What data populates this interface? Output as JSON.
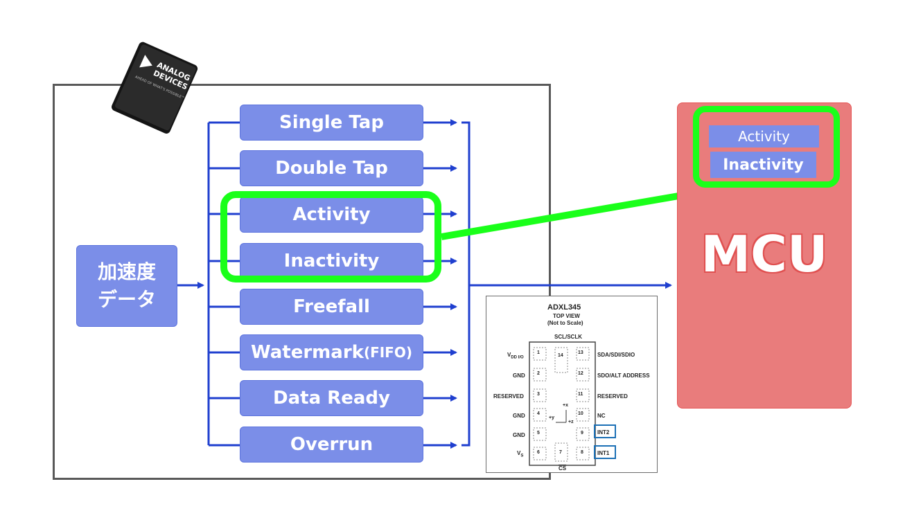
{
  "chip": {
    "brand_line1": "ANALOG",
    "brand_line2": "DEVICES",
    "tagline": "AHEAD OF WHAT'S POSSIBLE™"
  },
  "input_block": {
    "line1": "加速度",
    "line2": "データ"
  },
  "interrupts": [
    "Single Tap",
    "Double Tap",
    "Activity",
    "Inactivity",
    "Freefall",
    "Watermark",
    "(FIFO)",
    "Data Ready",
    "Overrun"
  ],
  "mcu": {
    "label": "MCU",
    "activity": "Activity",
    "inactivity": "Inactivity"
  },
  "pinout": {
    "title": "ADXL345",
    "subtitle1": "TOP VIEW",
    "subtitle2": "(Not to Scale)",
    "top_label": "SCL/SCLK",
    "bottom_label": "CS",
    "left_labels": [
      "V",
      "GND",
      "RESERVED",
      "GND",
      "GND",
      "V"
    ],
    "left_subscripts": [
      "DD I/O",
      "S"
    ],
    "right_labels": [
      "SDA/SDI/SDIO",
      "SDO/ALT ADDRESS",
      "RESERVED",
      "NC",
      "INT2",
      "INT1"
    ],
    "pin_numbers_left": [
      "1",
      "2",
      "3",
      "4",
      "5",
      "6"
    ],
    "pin_numbers_right": [
      "13",
      "12",
      "11",
      "10",
      "9",
      "8"
    ],
    "pin_top": "14",
    "pin_bottom": "7",
    "axes": [
      "+x",
      "+y",
      "+z"
    ]
  },
  "colors": {
    "box": "#7b8ee8",
    "line": "#1f3fcf",
    "highlight": "#1aff1a",
    "mcu": "#e97c7c"
  }
}
